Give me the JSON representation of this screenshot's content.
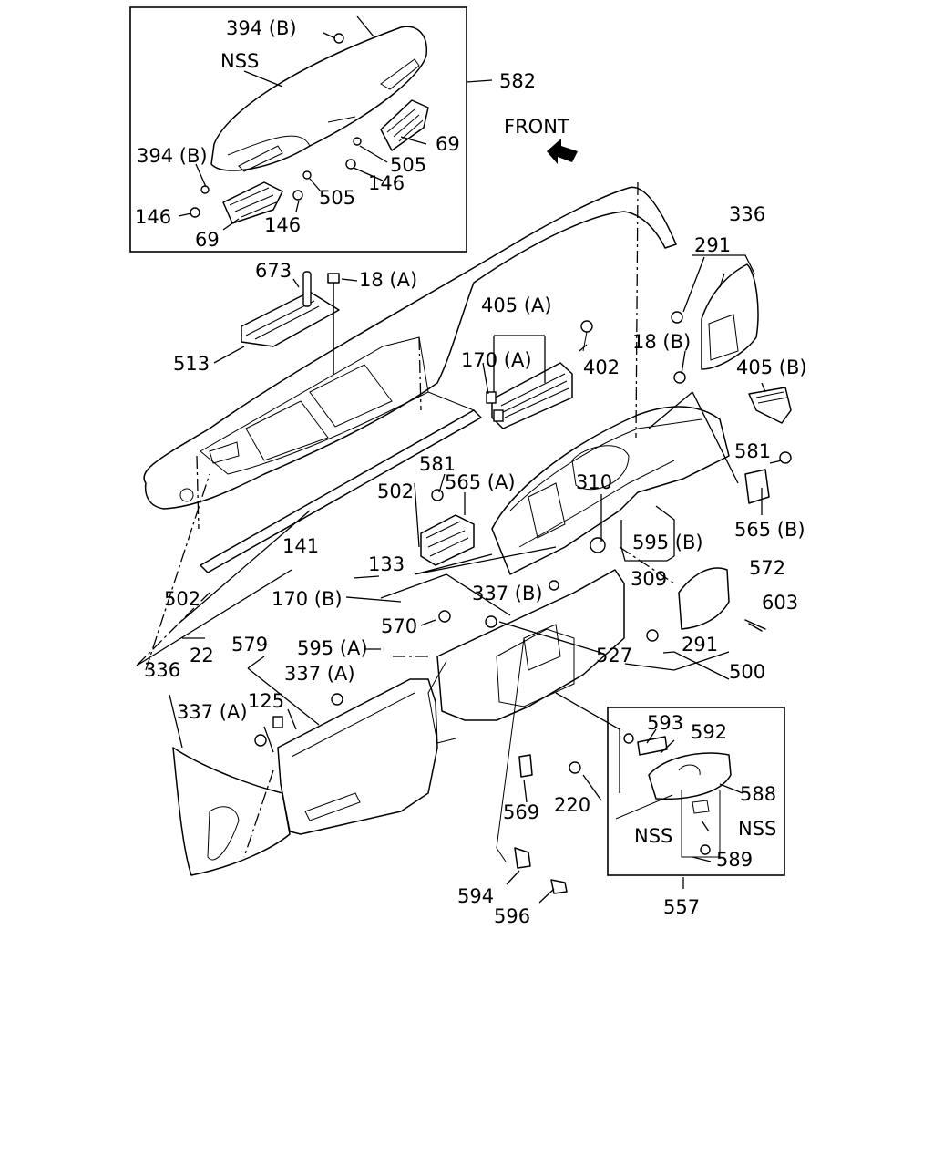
{
  "front_label": "FRONT",
  "labels": {
    "l394b_top": "394 (B)",
    "lnss_top": "NSS",
    "l582": "582",
    "l394b_mid": "394 (B)",
    "l69_right": "69",
    "l505_a": "505",
    "l146_a": "146",
    "l505_b": "505",
    "l146_b": "146",
    "l146_c": "146",
    "l69_left": "69",
    "l336_tr": "336",
    "l291_tr": "291",
    "l673": "673",
    "l18a": "18 (A)",
    "l405a": "405 (A)",
    "l513": "513",
    "l170a": "170 (A)",
    "l402": "402",
    "l18b": "18 (B)",
    "l405b": "405 (B)",
    "l581_l": "581",
    "l565a": "565 (A)",
    "l310": "310",
    "l581_r": "581",
    "l502_a": "502",
    "l565b": "565 (B)",
    "l141": "141",
    "l595b": "595 (B)",
    "l133": "133",
    "l572": "572",
    "l309": "309",
    "l502_b": "502",
    "l170b": "170 (B)",
    "l337b": "337 (B)",
    "l603": "603",
    "l570": "570",
    "l22": "22",
    "l579": "579",
    "l595a": "595 (A)",
    "l291_b": "291",
    "l527": "527",
    "l336_bl": "336",
    "l337a_a": "337 (A)",
    "l500": "500",
    "l125": "125",
    "l337a_b": "337 (A)",
    "l593": "593",
    "l592": "592",
    "l588": "588",
    "l220": "220",
    "l569": "569",
    "lnss_b1": "NSS",
    "lnss_b2": "NSS",
    "l589": "589",
    "l594": "594",
    "l557": "557",
    "l596": "596"
  }
}
